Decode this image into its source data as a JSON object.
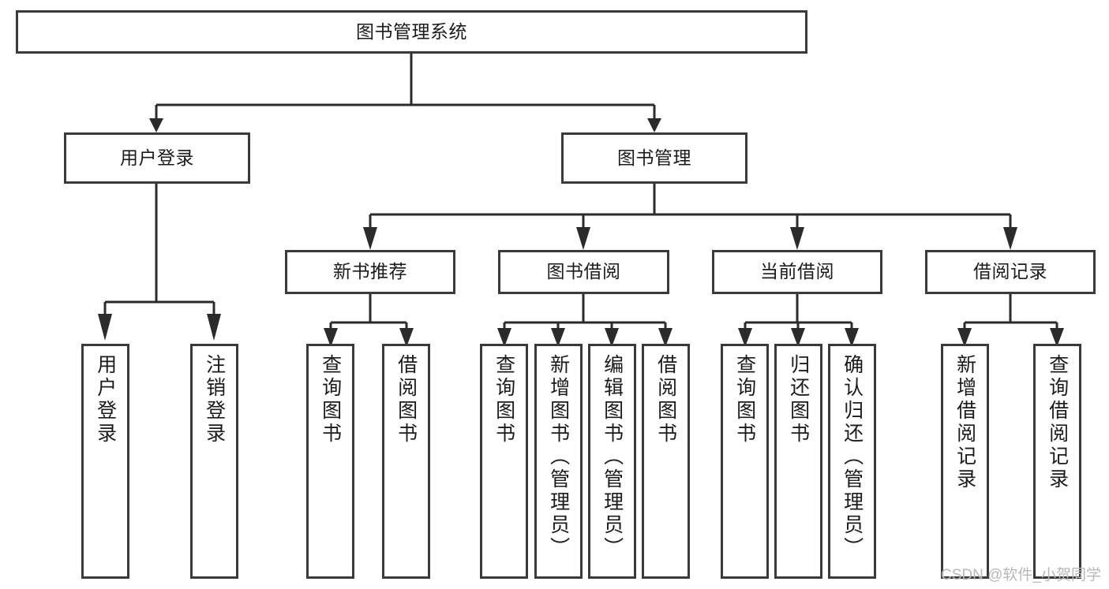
{
  "diagram": {
    "type": "tree-hierarchy",
    "title": "图书管理系统",
    "watermark": "CSDN @软件_小贺同学",
    "colors": {
      "box_border": "#3a3a3a",
      "connector": "#2b2b2b",
      "background": "#ffffff",
      "text": "#1b1b1b",
      "watermark": "#b8b8b8"
    },
    "nodes": {
      "root": {
        "label": "图书管理系统",
        "level": 1,
        "orientation": "horizontal"
      },
      "l2": [
        {
          "id": "user-login",
          "label": "用户登录",
          "level": 2,
          "orientation": "horizontal"
        },
        {
          "id": "book-manage",
          "label": "图书管理",
          "level": 2,
          "orientation": "horizontal"
        }
      ],
      "l3": [
        {
          "id": "new-book-rec",
          "label": "新书推荐",
          "level": 3,
          "orientation": "horizontal",
          "parent": "book-manage"
        },
        {
          "id": "book-borrow",
          "label": "图书借阅",
          "level": 3,
          "orientation": "horizontal",
          "parent": "book-manage"
        },
        {
          "id": "current-borrow",
          "label": "当前借阅",
          "level": 3,
          "orientation": "horizontal",
          "parent": "book-manage"
        },
        {
          "id": "borrow-record",
          "label": "借阅记录",
          "level": 3,
          "orientation": "horizontal",
          "parent": "book-manage"
        }
      ],
      "leaves": [
        {
          "id": "leaf-user-login",
          "label": "用户登录",
          "parent": "user-login",
          "orientation": "vertical"
        },
        {
          "id": "leaf-logout",
          "label": "注销登录",
          "parent": "user-login",
          "orientation": "vertical"
        },
        {
          "id": "leaf-query-book-1",
          "label": "查询图书",
          "parent": "new-book-rec",
          "orientation": "vertical"
        },
        {
          "id": "leaf-borrow-book-1",
          "label": "借阅图书",
          "parent": "new-book-rec",
          "orientation": "vertical"
        },
        {
          "id": "leaf-query-book-2",
          "label": "查询图书",
          "parent": "book-borrow",
          "orientation": "vertical"
        },
        {
          "id": "leaf-add-book",
          "label": "新增图书（管理员）",
          "parent": "book-borrow",
          "orientation": "vertical"
        },
        {
          "id": "leaf-edit-book",
          "label": "编辑图书（管理员）",
          "parent": "book-borrow",
          "orientation": "vertical"
        },
        {
          "id": "leaf-borrow-book-2",
          "label": "借阅图书",
          "parent": "book-borrow",
          "orientation": "vertical"
        },
        {
          "id": "leaf-query-book-3",
          "label": "查询图书",
          "parent": "current-borrow",
          "orientation": "vertical"
        },
        {
          "id": "leaf-return-book",
          "label": "归还图书",
          "parent": "current-borrow",
          "orientation": "vertical"
        },
        {
          "id": "leaf-confirm-return",
          "label": "确认归还（管理员）",
          "parent": "current-borrow",
          "orientation": "vertical"
        },
        {
          "id": "leaf-add-record",
          "label": "新增借阅记录",
          "parent": "borrow-record",
          "orientation": "vertical"
        },
        {
          "id": "leaf-query-record",
          "label": "查询借阅记录",
          "parent": "borrow-record",
          "orientation": "vertical"
        }
      ]
    }
  }
}
